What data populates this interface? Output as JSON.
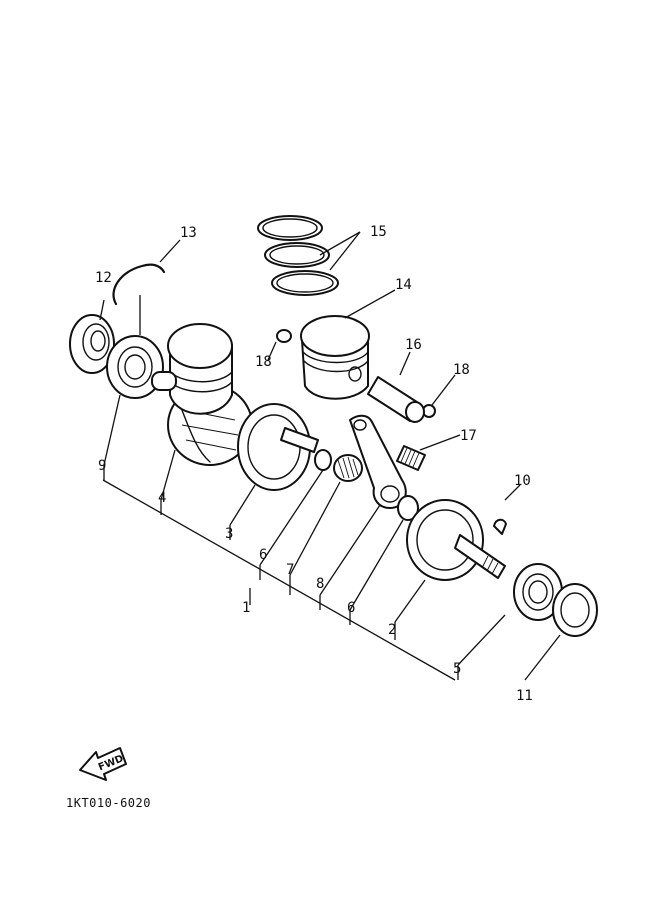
{
  "diagram": {
    "callouts": {
      "c1": "1",
      "c2": "2",
      "c3": "3",
      "c4": "4",
      "c5": "5",
      "c6a": "6",
      "c6b": "6",
      "c7": "7",
      "c8": "8",
      "c9": "9",
      "c10": "10",
      "c11": "11",
      "c12": "12",
      "c13": "13",
      "c14": "14",
      "c15": "15",
      "c16": "16",
      "c17": "17",
      "c18a": "18",
      "c18b": "18"
    },
    "fwd_label": "FWD",
    "drawing_code": "1KT010-6020"
  }
}
